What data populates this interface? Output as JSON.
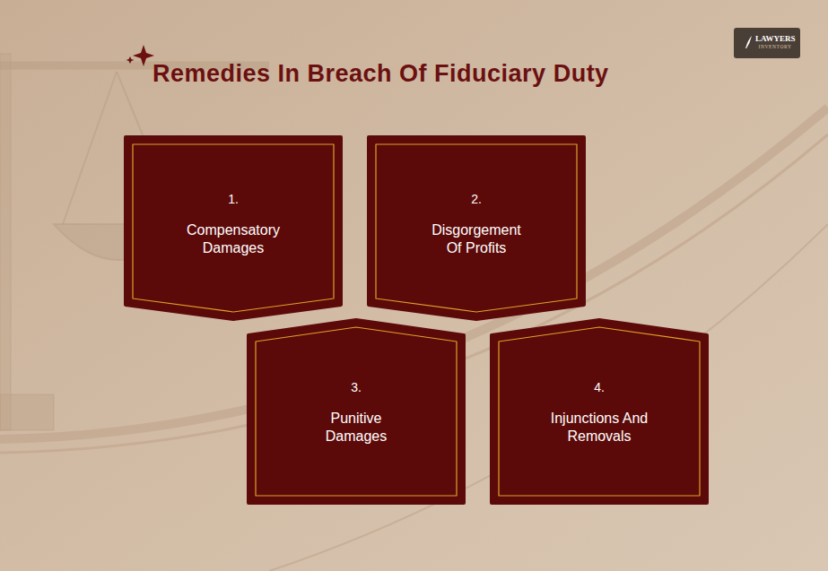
{
  "diagram": {
    "title": "Remedies In Breach Of Fiduciary Duty",
    "nodes": [
      {
        "text": [
          "1.",
          "Compensatory Damages"
        ]
      },
      {
        "text": [
          "2.",
          "Disgorgement Of Profits"
        ]
      },
      {
        "text": [
          "3.",
          "Punitive Damages"
        ]
      },
      {
        "text": [
          "4.",
          "Injunctions And Removals"
        ]
      }
    ],
    "labels": [
      "LAWYERS",
      "INVENTORY"
    ]
  }
}
